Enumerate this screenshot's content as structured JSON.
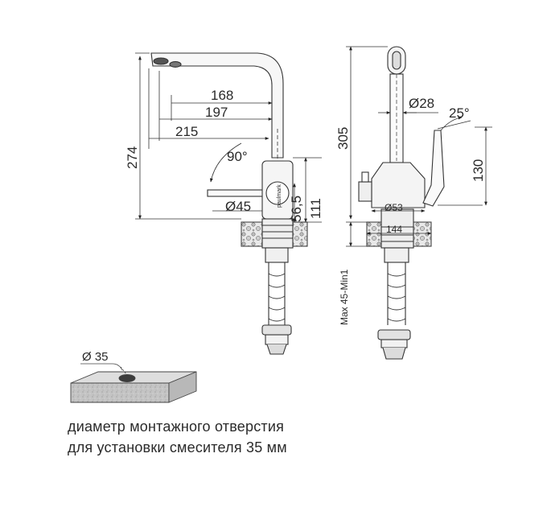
{
  "side_view": {
    "dims": {
      "spout_inner": "168",
      "spout_outer": "197",
      "reach": "215",
      "height": "274",
      "rotation": "90°",
      "base_diameter": "Ø45",
      "base_height": "56,5",
      "body_height": "111"
    },
    "brand": "paulmark"
  },
  "front_view": {
    "dims": {
      "height": "305",
      "tube_diameter": "Ø28",
      "lever_angle": "25°",
      "lever_length": "130",
      "base_diameter": "Ø53",
      "mount_width": "144",
      "countertop": "Max 45-Min1"
    }
  },
  "hole_detail": {
    "diameter": "Ø 35"
  },
  "caption": {
    "line1": "диаметр монтажного отверстия",
    "line2": "для установки смесителя 35 мм"
  }
}
